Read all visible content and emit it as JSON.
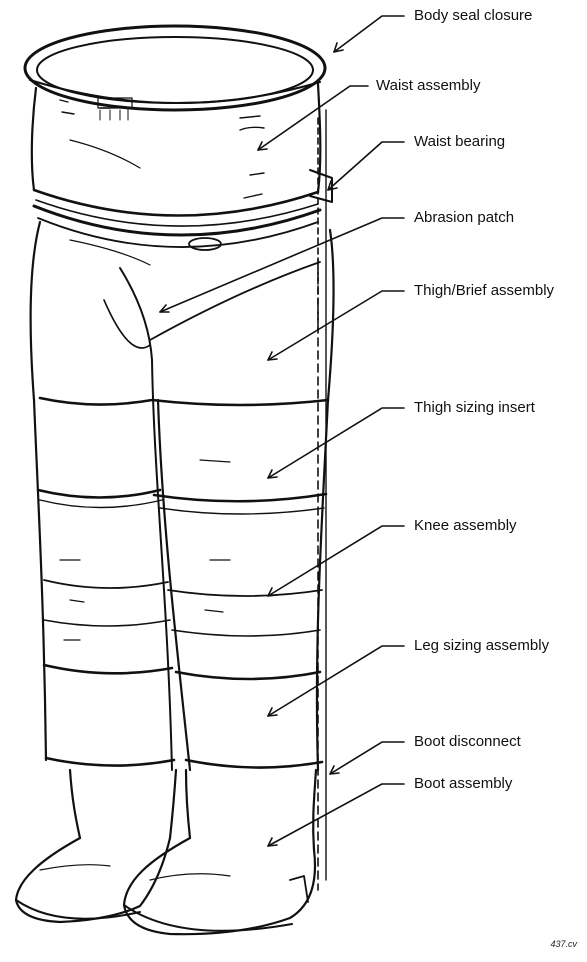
{
  "diagram": {
    "callouts": [
      {
        "id": "body-seal-closure",
        "label": "Body seal closure"
      },
      {
        "id": "waist-assembly",
        "label": "Waist assembly"
      },
      {
        "id": "waist-bearing",
        "label": "Waist bearing"
      },
      {
        "id": "abrasion-patch",
        "label": "Abrasion patch"
      },
      {
        "id": "thigh-brief-assembly",
        "label": "Thigh/Brief assembly"
      },
      {
        "id": "thigh-sizing-insert",
        "label": "Thigh sizing insert"
      },
      {
        "id": "knee-assembly",
        "label": "Knee assembly"
      },
      {
        "id": "leg-sizing-assembly",
        "label": "Leg sizing assembly"
      },
      {
        "id": "boot-disconnect",
        "label": "Boot disconnect"
      },
      {
        "id": "boot-assembly",
        "label": "Boot assembly"
      }
    ],
    "figure_id": "437.cv"
  }
}
